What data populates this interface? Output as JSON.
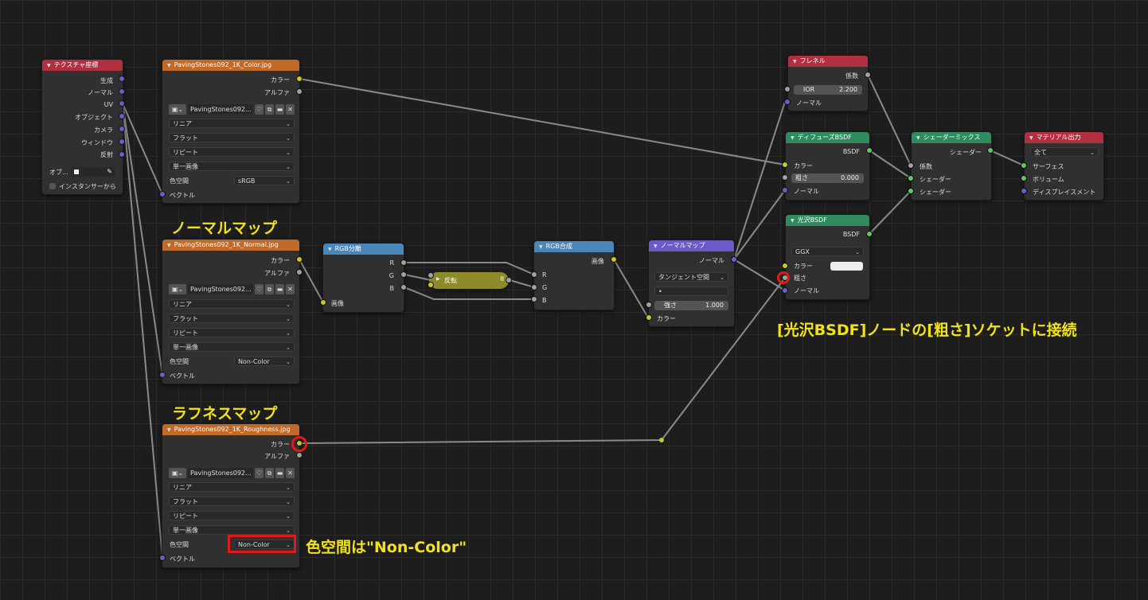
{
  "colors": {
    "background": "#1d1d1d",
    "texture_header": "#c06a2a",
    "input_header": "#b03040",
    "convert_header": "#4a86b8",
    "vector_header": "#6c5ac8",
    "shader_header": "#2f8a5e",
    "invert_header": "#8c8a2a",
    "annotation": "#f2e21b",
    "highlight": "#e01a1a"
  },
  "texcoord": {
    "title": "テクスチャ座標",
    "outputs": [
      "生成",
      "ノーマル",
      "UV",
      "オブジェクト",
      "カメラ",
      "ウィンドウ",
      "反射"
    ],
    "object_label": "オブ...",
    "instancer_label": "インスタンサーから"
  },
  "tex_color": {
    "title": "PavingStones092_1K_Color.jpg",
    "out_color": "カラー",
    "out_alpha": "アルファ",
    "image_name": "PavingStones092...",
    "interpolation": "リニア",
    "projection": "フラット",
    "extension": "リピート",
    "source": "単一画像",
    "colorspace_label": "色空間",
    "colorspace": "sRGB",
    "in_vector": "ベクトル"
  },
  "tex_normal": {
    "title": "PavingStones092_1K_Normal.jpg",
    "out_color": "カラー",
    "out_alpha": "アルファ",
    "image_name": "PavingStones092...",
    "interpolation": "リニア",
    "projection": "フラット",
    "extension": "リピート",
    "source": "単一画像",
    "colorspace_label": "色空間",
    "colorspace": "Non-Color",
    "in_vector": "ベクトル"
  },
  "tex_rough": {
    "title": "PavingStones092_1K_Roughness.jpg",
    "out_color": "カラー",
    "out_alpha": "アルファ",
    "image_name": "PavingStones092...",
    "interpolation": "リニア",
    "projection": "フラット",
    "extension": "リピート",
    "source": "単一画像",
    "colorspace_label": "色空間",
    "colorspace": "Non-Color",
    "in_vector": "ベクトル"
  },
  "sep_rgb": {
    "title": "RGB分離",
    "r": "R",
    "g": "G",
    "b": "B",
    "in_image": "画像"
  },
  "invert": {
    "title": "反転"
  },
  "comb_rgb": {
    "title": "RGB合成",
    "out_image": "画像",
    "r": "R",
    "g": "G",
    "b": "B"
  },
  "normal_map": {
    "title": "ノーマルマップ",
    "out_normal": "ノーマル",
    "space": "タンジェント空間",
    "uvmap": "•",
    "strength_label": "強さ",
    "strength_value": "1.000",
    "in_color": "カラー"
  },
  "fresnel": {
    "title": "フレネル",
    "out_fac": "係数",
    "ior_label": "IOR",
    "ior_value": "2.200",
    "in_normal": "ノーマル"
  },
  "diffuse": {
    "title": "ディフューズBSDF",
    "out_bsdf": "BSDF",
    "in_color": "カラー",
    "rough_label": "粗さ",
    "rough_value": "0.000",
    "in_normal": "ノーマル"
  },
  "glossy": {
    "title": "光沢BSDF",
    "out_bsdf": "BSDF",
    "distribution": "GGX",
    "in_color": "カラー",
    "in_rough": "粗さ",
    "in_normal": "ノーマル"
  },
  "mix": {
    "title": "シェーダーミックス",
    "out_shader": "シェーダー",
    "in_fac": "係数",
    "in_shader1": "シェーダー",
    "in_shader2": "シェーダー"
  },
  "output": {
    "title": "マテリアル出力",
    "target": "全て",
    "in_surface": "サーフェス",
    "in_volume": "ボリューム",
    "in_disp": "ディスプレイスメント"
  },
  "annotations": {
    "normal_map_label": "ノーマルマップ",
    "roughness_label": "ラフネスマップ",
    "connect_note": "[光沢BSDF]ノードの[粗さ]ソケットに接続",
    "colorspace_note": "色空間は\"Non-Color\""
  }
}
